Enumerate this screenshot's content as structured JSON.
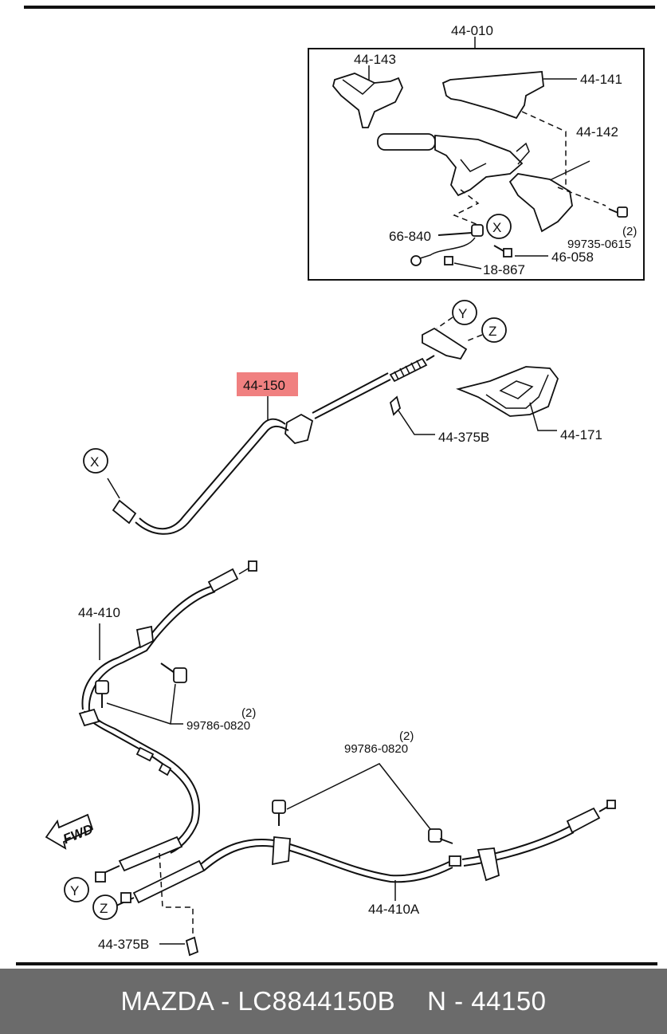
{
  "labels": {
    "assy_010": "44-010",
    "part_143": "44-143",
    "part_141": "44-141",
    "part_142": "44-142",
    "part_66_840": "66-840",
    "callout_x_top": "X",
    "part_99735": "99735-0615",
    "qty_99735": "(2)",
    "part_46_058": "46-058",
    "part_18_867": "18-867",
    "callout_y_top": "Y",
    "callout_z_top": "Z",
    "part_150": "44-150",
    "part_375b_top": "44-375B",
    "part_171": "44-171",
    "callout_x_cable": "X",
    "part_410": "44-410",
    "part_99786_left": "99786-0820",
    "qty_99786_left": "(2)",
    "part_99786_right": "99786-0820",
    "qty_99786_right": "(2)",
    "fwd": "FWD",
    "callout_y_bottom": "Y",
    "callout_z_bottom": "Z",
    "part_410a": "44-410A",
    "part_375b_bottom": "44-375B"
  },
  "highlight": {
    "color": "#f08080",
    "part": "44-150"
  },
  "footer": {
    "brand_part": "MAZDA - LC8844150B",
    "number": "N - 44150",
    "background": "#6b6b6b"
  }
}
